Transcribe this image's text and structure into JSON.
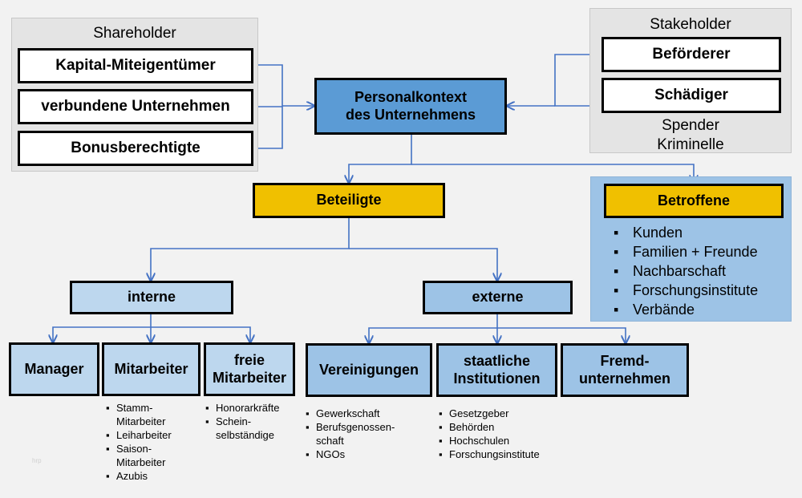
{
  "shareholder": {
    "title": "Shareholder",
    "items": [
      "Kapital-Miteigentümer",
      "verbundene Unternehmen",
      "Bonusberechtigte"
    ]
  },
  "stakeholder": {
    "title": "Stakeholder",
    "items": [
      "Beförderer",
      "Schädiger"
    ],
    "extra": [
      "Spender",
      "Kriminelle"
    ]
  },
  "center": {
    "line1": "Personalkontext",
    "line2": "des Unternehmens"
  },
  "beteiligte": {
    "label": "Beteiligte"
  },
  "betroffene": {
    "label": "Betroffene",
    "items": [
      "Kunden",
      "Familien + Freunde",
      "Nachbarschaft",
      "Forschungsinstitute",
      "Verbände"
    ]
  },
  "interne": {
    "label": "interne",
    "children": {
      "manager": {
        "label": "Manager"
      },
      "mitarbeiter": {
        "label": "Mitarbeiter",
        "items": [
          [
            "Stamm-",
            "Mitarbeiter"
          ],
          [
            "Leiharbeiter"
          ],
          [
            "Saison-",
            "Mitarbeiter"
          ],
          [
            "Azubis"
          ]
        ]
      },
      "freie": {
        "line1": "freie",
        "line2": "Mitarbeiter",
        "items": [
          [
            "Honorarkräfte"
          ],
          [
            "Schein-",
            "selbständige"
          ]
        ]
      }
    }
  },
  "externe": {
    "label": "externe",
    "children": {
      "vereinigungen": {
        "label": "Vereinigungen",
        "items": [
          [
            "Gewerkschaft"
          ],
          [
            "Berufsgenossen-",
            "schaft"
          ],
          [
            "NGOs"
          ]
        ]
      },
      "staatliche": {
        "line1": "staatliche",
        "line2": "Institutionen",
        "items": [
          [
            "Gesetzgeber"
          ],
          [
            "Behörden"
          ],
          [
            "Hochschulen"
          ],
          [
            "Forschungsinstitute"
          ]
        ]
      },
      "fremd": {
        "line1": "Fremd-",
        "line2": "unternehmen"
      }
    }
  },
  "watermark": "hrp",
  "colors": {
    "connector": "#4472c4",
    "center_box": "#5b9bd5",
    "yellow_box": "#f0c000",
    "light_blue_box": "#bdd7ee",
    "mid_blue_box": "#9dc3e6",
    "gray_panel": "#e4e4e4"
  }
}
